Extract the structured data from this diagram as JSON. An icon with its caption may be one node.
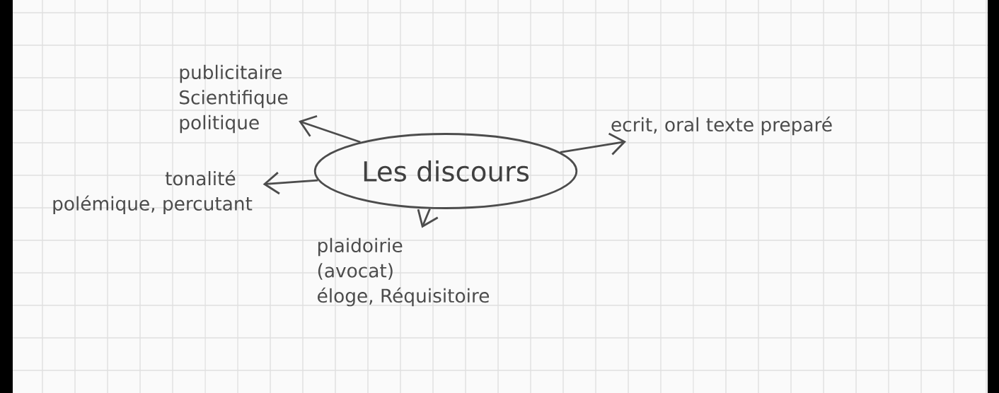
{
  "diagram": {
    "nodes": [
      {
        "text": [
          "Les discours"
        ]
      },
      {
        "text": [
          "publicitaire",
          "Scientifique",
          "politique"
        ]
      },
      {
        "text": [
          "tonalité",
          "polémique, percutant"
        ]
      },
      {
        "text": [
          "ecrit, oral texte preparé"
        ]
      },
      {
        "text": [
          "plaidoirie",
          "(avocat)",
          "éloge, Réquisitoire"
        ]
      }
    ],
    "edges": [
      {
        "from": 0,
        "to": 1,
        "arrow": "to"
      },
      {
        "from": 0,
        "to": 2,
        "arrow": "to"
      },
      {
        "from": 0,
        "to": 3,
        "arrow": "to"
      },
      {
        "from": 0,
        "to": 4,
        "arrow": "to"
      }
    ]
  }
}
